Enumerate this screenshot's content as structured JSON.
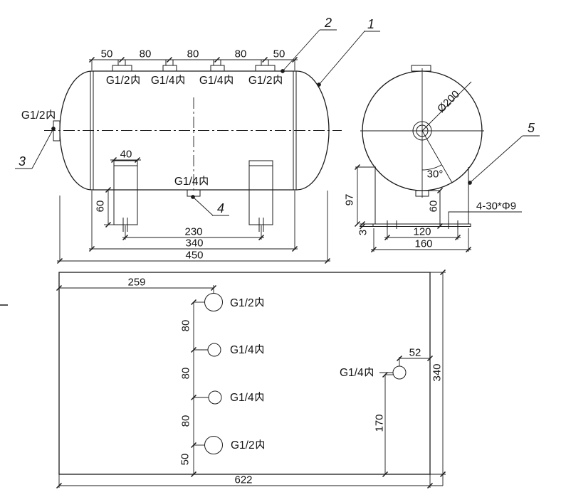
{
  "side_view": {
    "dims": {
      "d50a": "50",
      "d80a": "80",
      "d80b": "80",
      "d80c": "80",
      "d50b": "50",
      "d40": "40",
      "d60": "60",
      "d230": "230",
      "d340": "340",
      "d450": "450"
    },
    "fittings": {
      "top1": "G1/2内",
      "top2": "G1/4内",
      "top3": "G1/4内",
      "top4": "G1/2内",
      "left": "G1/2内",
      "bottom": "G1/4内"
    },
    "balloons": {
      "b1": "1",
      "b2": "2",
      "b3": "3",
      "b4": "4"
    }
  },
  "end_view": {
    "dims": {
      "dia": "Ø200",
      "angle": "30°",
      "d97": "97",
      "d3": "3",
      "d60": "60",
      "d120": "120",
      "d160": "160"
    },
    "note_bolt": "4-30*Φ9",
    "balloons": {
      "b5": "5"
    }
  },
  "plan_view": {
    "dims": {
      "d259": "259",
      "d80a": "80",
      "d80b": "80",
      "d80c": "80",
      "d50": "50",
      "d52": "52",
      "d170": "170",
      "d340": "340",
      "d622": "622"
    },
    "fittings": {
      "f1": "G1/2内",
      "f2": "G1/4内",
      "f3": "G1/4内",
      "f4": "G1/2内",
      "right": "G1/4内"
    }
  }
}
